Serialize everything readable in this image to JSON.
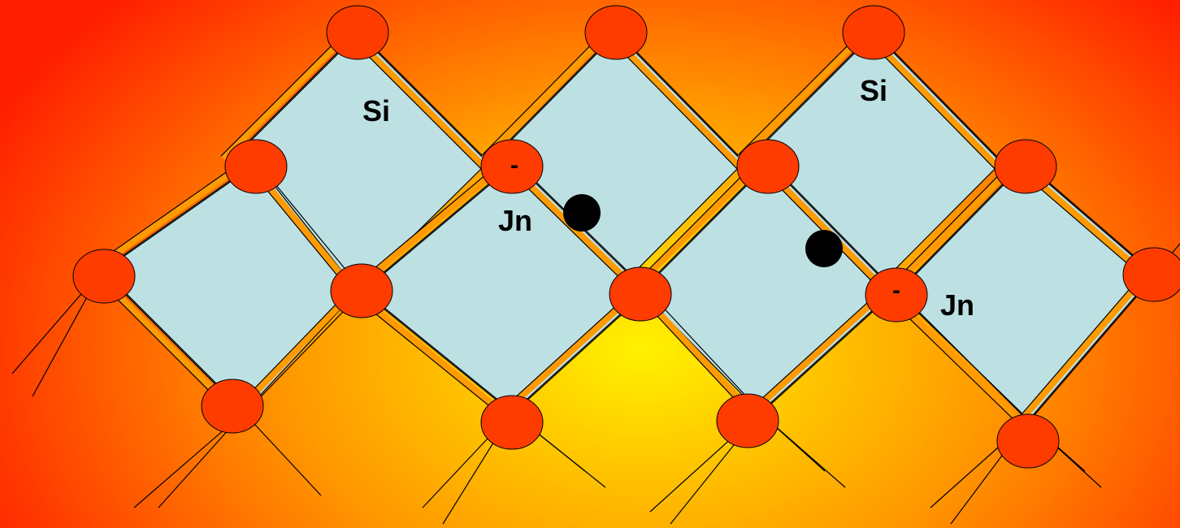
{
  "labels": {
    "si_left": "Si",
    "si_right": "Si",
    "jn_left": "Jn",
    "jn_right": "Jn",
    "charge_left": "-",
    "charge_right": "-"
  },
  "colors": {
    "bg_center": "#fff200",
    "bg_edge": "#ff1e00",
    "cell_fill": "#bde0e3",
    "atom_fill": "#ff3c00",
    "bond_color": "#ff9a00",
    "line_color": "#000000",
    "electron_color": "#000000"
  }
}
